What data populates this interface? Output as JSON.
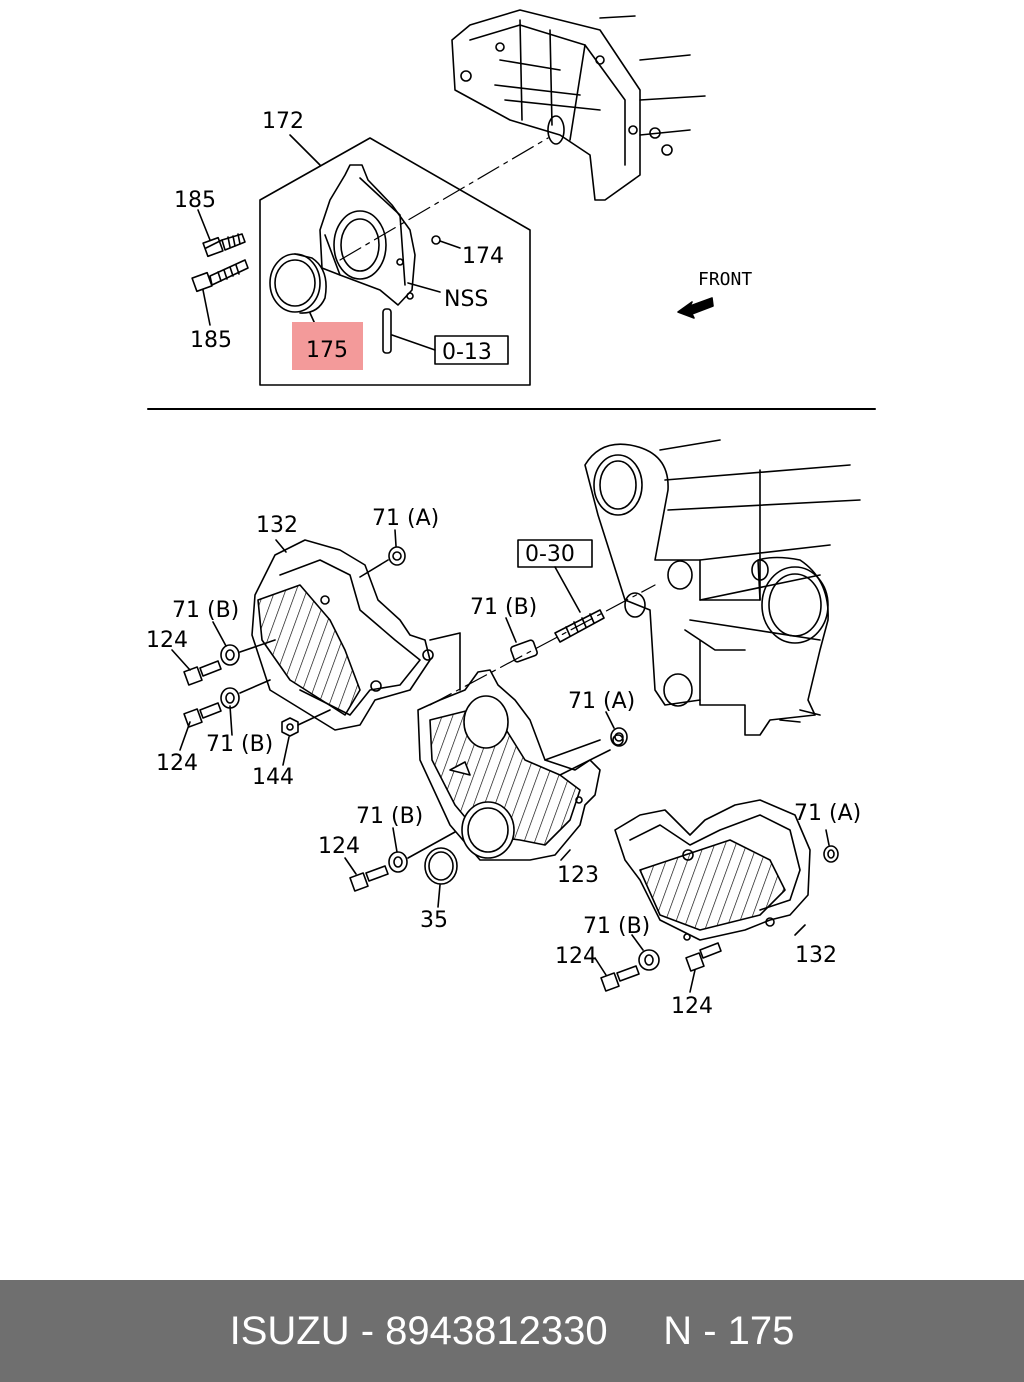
{
  "diagram": {
    "upper": {
      "callouts": {
        "c172": "172",
        "c185a": "185",
        "c185b": "185",
        "c174": "174",
        "nss": "NSS",
        "c175": "175",
        "ref013": "0-13"
      },
      "front_label": "FRONT",
      "highlight_color": "#f39a9a"
    },
    "lower": {
      "callouts": {
        "c132a": "132",
        "c71a1": "71 (A)",
        "c71b1": "71 (B)",
        "c124a": "124",
        "c124b": "124",
        "c71b2": "71 (B)",
        "c144": "144",
        "ref030": "0-30",
        "c71b3": "71 (B)",
        "c71a2": "71 (A)",
        "c71b4": "71 (B)",
        "c124c": "124",
        "c35": "35",
        "c123": "123",
        "c71a3": "71 (A)",
        "c71b5": "71 (B)",
        "c124d": "124",
        "c132b": "132",
        "c124e": "124"
      }
    }
  },
  "footer": {
    "text": "ISUZU - 8943812330     N - 175",
    "background": "#6f6f6f"
  }
}
